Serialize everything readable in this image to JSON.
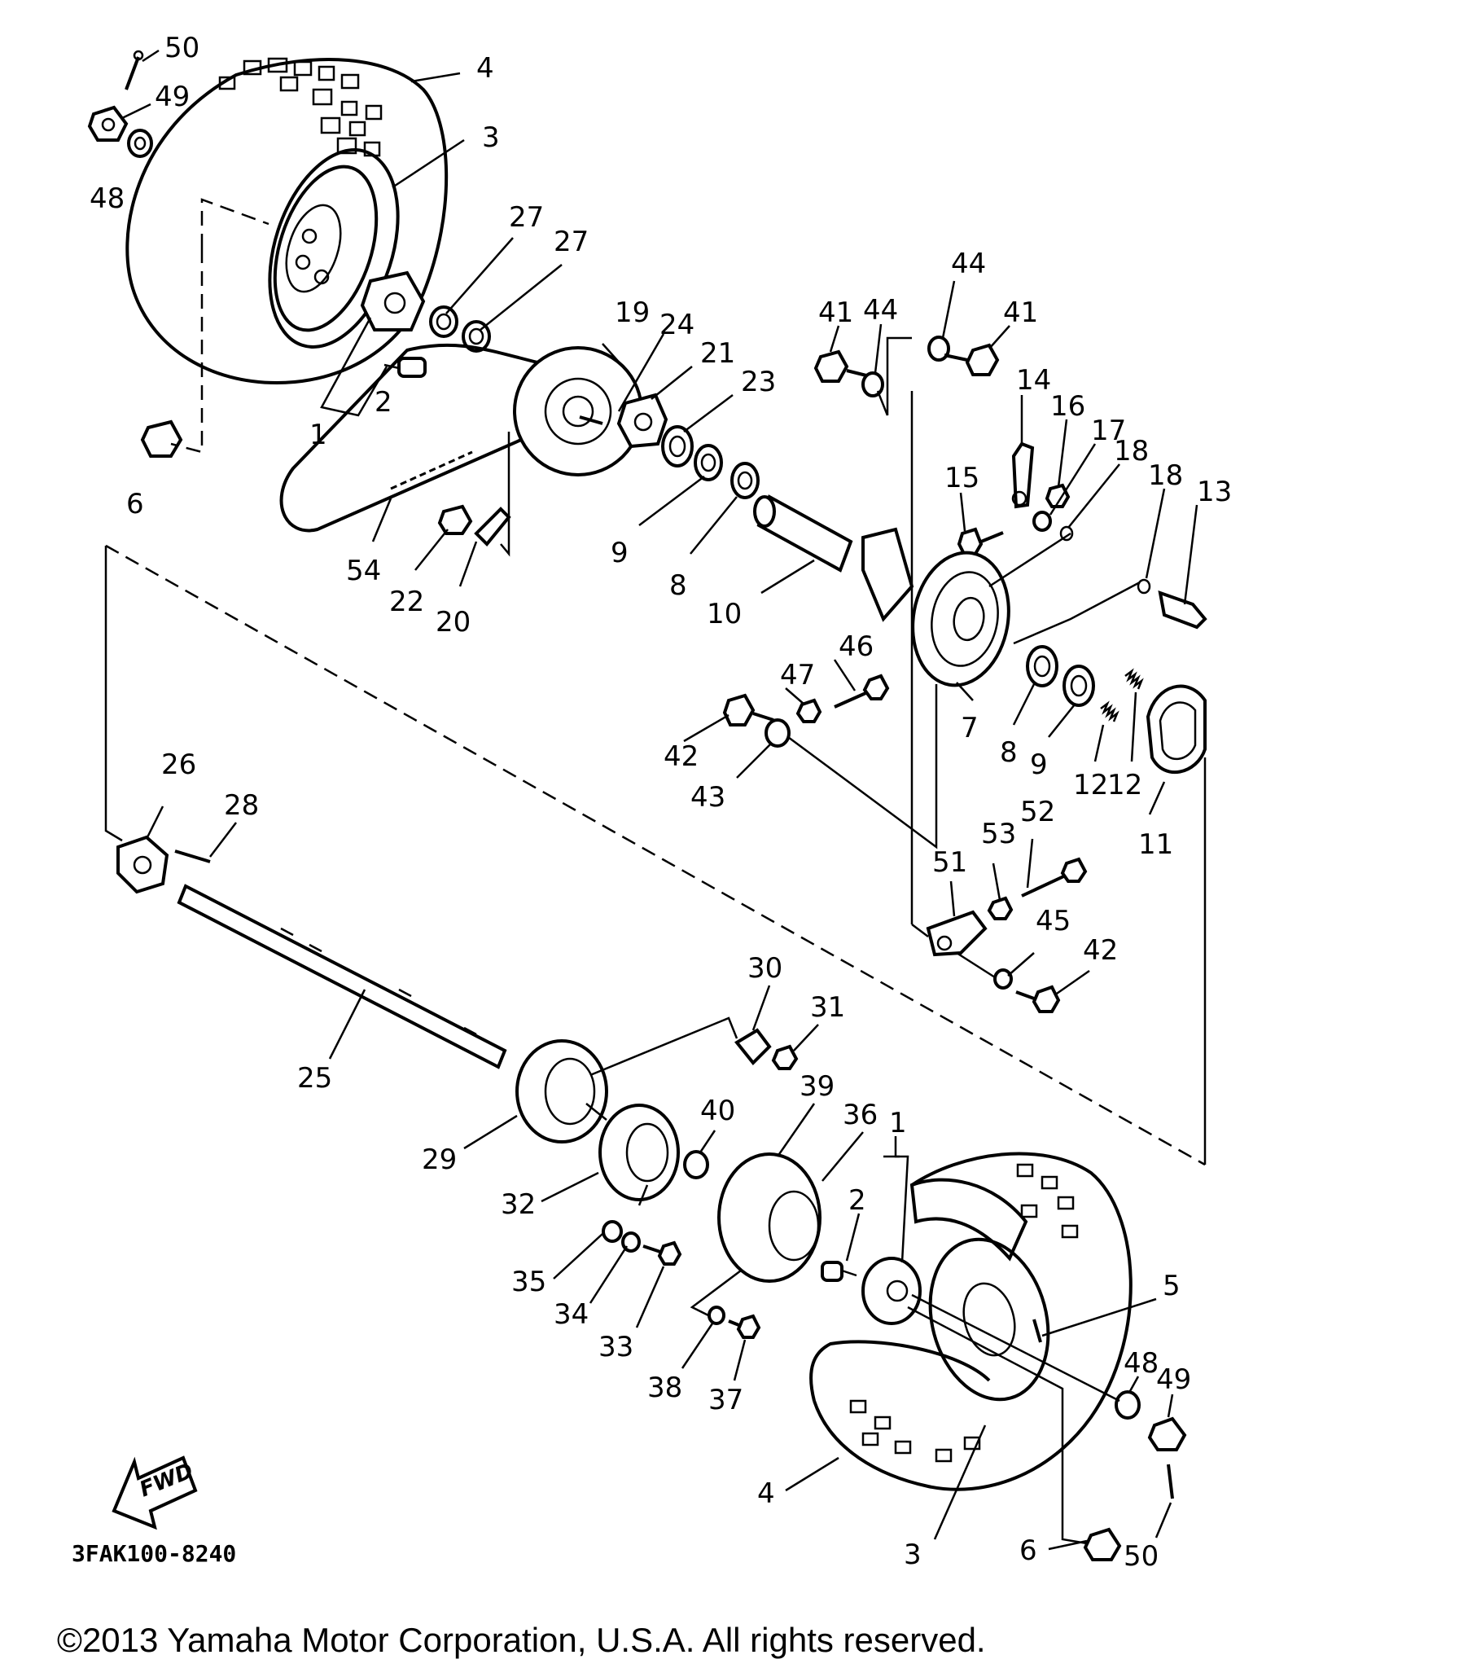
{
  "diagram": {
    "code": "3FAK100-8240",
    "fwd_label": "FWD",
    "labels": [
      {
        "id": "l50a",
        "text": "50"
      },
      {
        "id": "l49a",
        "text": "49"
      },
      {
        "id": "l48a",
        "text": "48"
      },
      {
        "id": "l4a",
        "text": "4"
      },
      {
        "id": "l3a",
        "text": "3"
      },
      {
        "id": "l27a",
        "text": "27"
      },
      {
        "id": "l27b",
        "text": "27"
      },
      {
        "id": "l2a",
        "text": "2"
      },
      {
        "id": "l1a",
        "text": "1"
      },
      {
        "id": "l6a",
        "text": "6"
      },
      {
        "id": "l19",
        "text": "19"
      },
      {
        "id": "l24",
        "text": "24"
      },
      {
        "id": "l21",
        "text": "21"
      },
      {
        "id": "l23",
        "text": "23"
      },
      {
        "id": "l9a",
        "text": "9"
      },
      {
        "id": "l8a",
        "text": "8"
      },
      {
        "id": "l10",
        "text": "10"
      },
      {
        "id": "l54",
        "text": "54"
      },
      {
        "id": "l22",
        "text": "22"
      },
      {
        "id": "l20",
        "text": "20"
      },
      {
        "id": "l41a",
        "text": "41"
      },
      {
        "id": "l44a",
        "text": "44"
      },
      {
        "id": "l44b",
        "text": "44"
      },
      {
        "id": "l41b",
        "text": "41"
      },
      {
        "id": "l14",
        "text": "14"
      },
      {
        "id": "l16",
        "text": "16"
      },
      {
        "id": "l17",
        "text": "17"
      },
      {
        "id": "l18a",
        "text": "18"
      },
      {
        "id": "l18b",
        "text": "18"
      },
      {
        "id": "l13",
        "text": "13"
      },
      {
        "id": "l15",
        "text": "15"
      },
      {
        "id": "l46",
        "text": "46"
      },
      {
        "id": "l47",
        "text": "47"
      },
      {
        "id": "l42a",
        "text": "42"
      },
      {
        "id": "l43",
        "text": "43"
      },
      {
        "id": "l7",
        "text": "7"
      },
      {
        "id": "l8b",
        "text": "8"
      },
      {
        "id": "l9b",
        "text": "9"
      },
      {
        "id": "l12a",
        "text": "12"
      },
      {
        "id": "l12b",
        "text": "12"
      },
      {
        "id": "l11",
        "text": "11"
      },
      {
        "id": "l26",
        "text": "26"
      },
      {
        "id": "l28",
        "text": "28"
      },
      {
        "id": "l53",
        "text": "53"
      },
      {
        "id": "l52",
        "text": "52"
      },
      {
        "id": "l51",
        "text": "51"
      },
      {
        "id": "l45",
        "text": "45"
      },
      {
        "id": "l42b",
        "text": "42"
      },
      {
        "id": "l25",
        "text": "25"
      },
      {
        "id": "l30",
        "text": "30"
      },
      {
        "id": "l31",
        "text": "31"
      },
      {
        "id": "l29",
        "text": "29"
      },
      {
        "id": "l40",
        "text": "40"
      },
      {
        "id": "l39",
        "text": "39"
      },
      {
        "id": "l36",
        "text": "36"
      },
      {
        "id": "l1b",
        "text": "1"
      },
      {
        "id": "l2b",
        "text": "2"
      },
      {
        "id": "l32",
        "text": "32"
      },
      {
        "id": "l5",
        "text": "5"
      },
      {
        "id": "l35",
        "text": "35"
      },
      {
        "id": "l34",
        "text": "34"
      },
      {
        "id": "l33",
        "text": "33"
      },
      {
        "id": "l48b",
        "text": "48"
      },
      {
        "id": "l49b",
        "text": "49"
      },
      {
        "id": "l38",
        "text": "38"
      },
      {
        "id": "l37",
        "text": "37"
      },
      {
        "id": "l4b",
        "text": "4"
      },
      {
        "id": "l3b",
        "text": "3"
      },
      {
        "id": "l6b",
        "text": "6"
      },
      {
        "id": "l50b",
        "text": "50"
      }
    ]
  },
  "footer": {
    "copyright": "©2013 Yamaha Motor Corporation, U.S.A. All rights reserved."
  }
}
